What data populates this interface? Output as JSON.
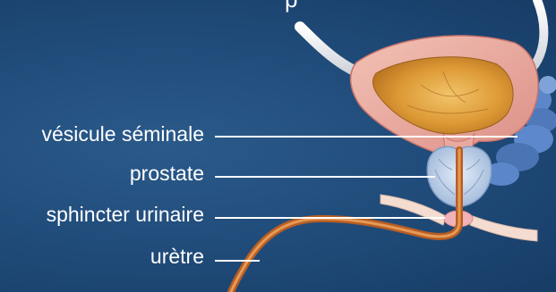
{
  "title_fragment": "p",
  "labels": {
    "seminal_vesicle": "vésicule séminale",
    "prostate": "prostate",
    "sphincter": "sphincter urinaire",
    "urethra": "urètre"
  },
  "colors": {
    "background": "#1f4a78",
    "bladder_wall": "#e9a9a1",
    "bladder_lumen": "#e0a03c",
    "prostate": "#c6d7ef",
    "seminal_vesicle": "#5b86c8",
    "urethra": "#c96a2c",
    "label_text": "#ffffff"
  }
}
